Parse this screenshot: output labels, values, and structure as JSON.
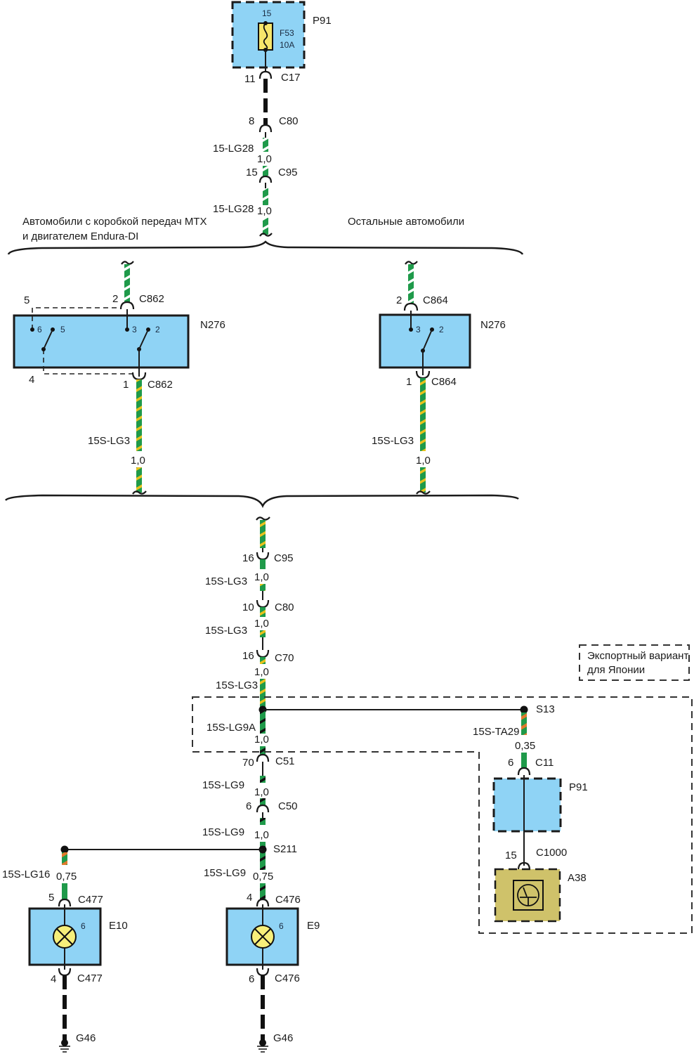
{
  "diagram": {
    "colors": {
      "module_fill": "#8fd3f5",
      "fuse_fill": "#f7e66b",
      "lamp_fill": "#f7ef7a",
      "amp_fill": "#cfc26a",
      "wire_green": "#1f9a4a",
      "wire_yellow": "#e8c21c",
      "wire_white": "#ffffff",
      "wire_orange": "#e07a2c",
      "wire_black": "#111111"
    },
    "top": {
      "module": "P91",
      "fuse_pin": "15",
      "fuse_name": "F53",
      "fuse_rating": "10A",
      "c17_pin": "11",
      "c17": "C17",
      "c80_pin": "8",
      "c80": "C80",
      "wire1": "15-LG28",
      "wire1_size": "1,0",
      "c95_pin": "15",
      "c95": "C95",
      "wire2": "15-LG28",
      "wire2_size": "1,0"
    },
    "branches": {
      "left_note_line1": "Автомобили с коробкой передач MTX",
      "left_note_line2": "и двигателем Endura-DI",
      "right_note": "Остальные автомобили"
    },
    "switch_left": {
      "module": "N276",
      "top_pin": "2",
      "top_connector": "C862",
      "ext_pin5": "5",
      "ext_pin4": "4",
      "inner_pin6": "6",
      "inner_pin5": "5",
      "inner_pin3": "3",
      "inner_pin2": "2",
      "bottom_pin": "1",
      "bottom_connector": "C862",
      "wire": "15S-LG3",
      "wire_size": "1,0"
    },
    "switch_right": {
      "module": "N276",
      "top_pin": "2",
      "top_connector": "C864",
      "inner_pin3": "3",
      "inner_pin2": "2",
      "bottom_pin": "1",
      "bottom_connector": "C864",
      "wire": "15S-LG3",
      "wire_size": "1,0"
    },
    "trunk": {
      "c95_pin": "16",
      "c95": "C95",
      "w1": "15S-LG3",
      "w1_size": "1,0",
      "c80_pin": "10",
      "c80": "C80",
      "w2": "15S-LG3",
      "w2_size": "1,0",
      "c70_pin": "16",
      "c70": "C70",
      "w3_size": "1,0",
      "w3": "15S-LG3",
      "w4": "15S-LG9A",
      "w4_size": "1,0",
      "c51_pin": "70",
      "c51": "C51",
      "w5": "15S-LG9",
      "w5_size": "1,0",
      "c50_pin": "6",
      "c50": "C50",
      "w6": "15S-LG9",
      "w6_size": "1,0",
      "splice": "S211"
    },
    "japan": {
      "note_line1": "Экспортный вариант",
      "note_line2": "для Японии",
      "splice": "S13",
      "wire": "15S-TA29",
      "wire_size": "0,35",
      "c11_pin": "6",
      "c11": "C11",
      "module": "P91",
      "c1000_pin": "15",
      "c1000": "C1000",
      "amp": "A38"
    },
    "lamp_left": {
      "wire": "15S-LG16",
      "wire_size": "0,75",
      "top_pin": "5",
      "top_connector": "C477",
      "module": "E10",
      "inner_pin": "6",
      "bottom_pin": "4",
      "bottom_connector": "C477",
      "ground": "G46"
    },
    "lamp_right": {
      "wire": "15S-LG9",
      "wire_size": "0,75",
      "top_pin": "4",
      "top_connector": "C476",
      "module": "E9",
      "inner_pin": "6",
      "bottom_pin": "6",
      "bottom_connector": "C476",
      "ground": "G46"
    }
  }
}
